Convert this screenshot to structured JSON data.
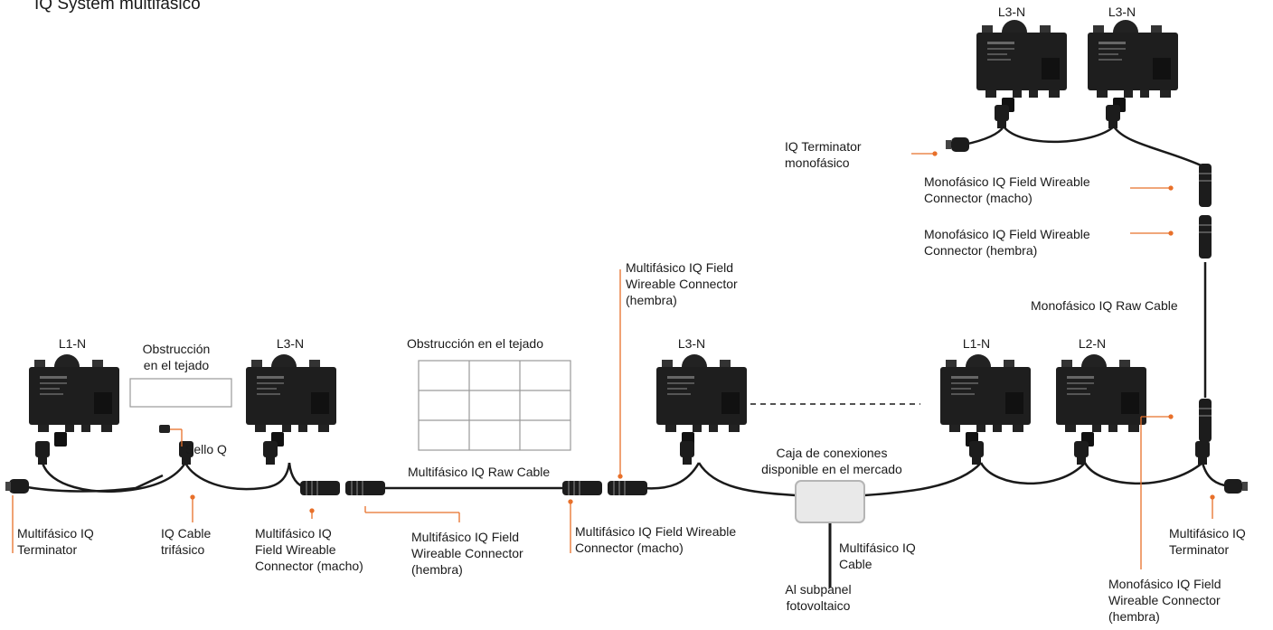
{
  "title": "IQ System multifásico",
  "labels": {
    "l1n_a": "L1-N",
    "obstruccion_small": "Obstrucción\nen el tejado",
    "l3n_a": "L3-N",
    "obstruccion_large": "Obstrucción en el tejado",
    "l3n_b": "L3-N",
    "l1n_b": "L1-N",
    "l2n": "L2-N",
    "l3n_top1": "L3-N",
    "l3n_top2": "L3-N",
    "sello_q": "Sello Q",
    "terminator_left": "Multifásico IQ\nTerminator",
    "cable_trifasico": "IQ Cable\ntrifásico",
    "fwc_macho_left": "Multifásico IQ\nField Wireable\nConnector (macho)",
    "fwc_hembra_mid": "Multifásico IQ Field\nWireable Connector\n(hembra)",
    "raw_cable": "Multifásico IQ Raw Cable",
    "fwc_macho_mid": "Multifásico IQ Field Wireable\nConnector (macho)",
    "fwc_hembra_top": "Multifásico IQ Field\nWireable Connector\n(hembra)",
    "caja": "Caja de conexiones\ndisponible en el mercado",
    "iq_cable": "Multifásico IQ\nCable",
    "subpanel": "Al subpanel\nfotovoltaico",
    "terminator_right": "Multifásico IQ\nTerminator",
    "mono_fwc_hembra_bottom": "Monofásico IQ Field\nWireable Connector\n(hembra)",
    "mono_raw": "Monofásico IQ Raw Cable",
    "mono_fwc_hembra": "Monofásico IQ Field Wireable\nConnector (hembra)",
    "mono_fwc_macho": "Monofásico IQ Field Wireable\nConnector (macho)",
    "mono_terminator": "IQ Terminator\nmonofásico"
  },
  "colors": {
    "accent": "#e8702a",
    "device": "#1e1e1e",
    "cable": "#1a1a1a",
    "box_fill": "#e9e9e9",
    "box_stroke": "#b5b5b5"
  },
  "icons": {
    "microinverter": "microinverter-icon",
    "connector": "connector-icon",
    "terminator": "terminator-icon",
    "junction_box": "junction-box-icon",
    "q_seal": "q-seal-icon"
  }
}
